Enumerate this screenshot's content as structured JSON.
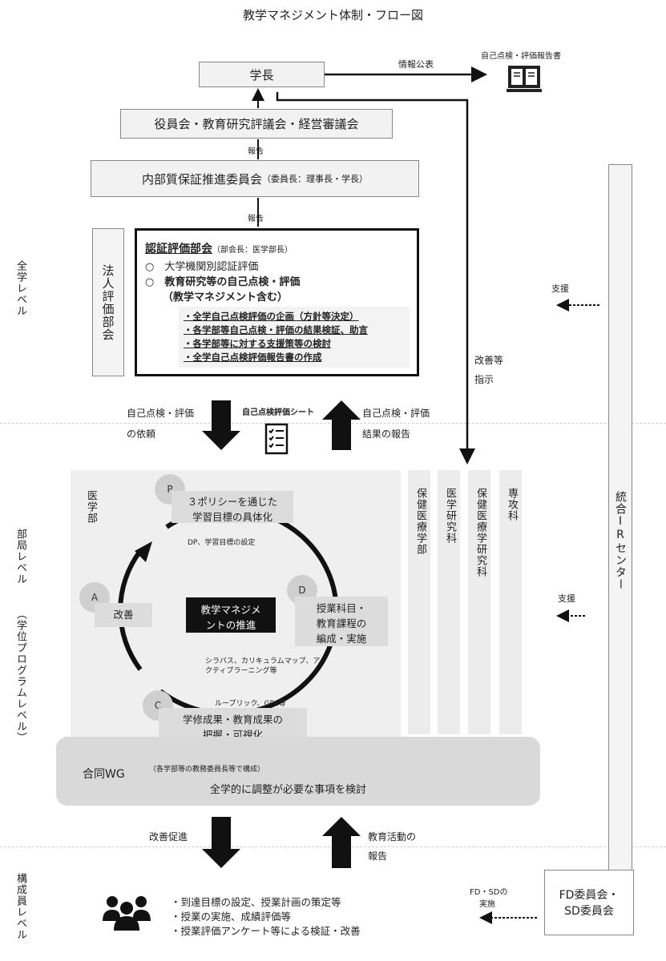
{
  "title": "教学マネジメント体制・フロー図",
  "president": "学長",
  "info_public": "情報公表",
  "report_doc": "自己点検・評価報告書",
  "board": "役員会・教育研究評議会・経営審議会",
  "report1": "報告",
  "internal_committee": "内部質保証推進委員会",
  "internal_committee_note": "（委員長：理事長・学長）",
  "report2": "報告",
  "corp_eval": "法人評価部会",
  "cert": {
    "title": "認証評価部会",
    "note": "（部会長：医学部長）",
    "item1": "○　大学機関別認証評価",
    "item2": "○　教育研究等の自己点検・評価",
    "item2b": "（教学マネジメント含む）",
    "tasks": [
      "・全学自己点検評価の企画（方針等決定）",
      "・各学部等自己点検・評価の結果検証、助言",
      "・各学部等に対する支援策等の検討",
      "・全学自己点検評価報告書の作成"
    ]
  },
  "levels": {
    "university": "全学レベル",
    "department": "部局レベル",
    "department_sub": "（学位プログラムレベル）",
    "member": "構成員レベル"
  },
  "support1": "支援",
  "support2": "支援",
  "improve_instruct": [
    "改善等",
    "指示"
  ],
  "request": [
    "自己点検・評価",
    "の依頼"
  ],
  "sheet": "自己点検評価シート",
  "result": [
    "自己点検・評価",
    "結果の報告"
  ],
  "ir_center": "統合IRセンター",
  "medicine": "医学部",
  "pdca": {
    "p": "P",
    "p_text": [
      "３ポリシーを通じた",
      "学習目標の具体化"
    ],
    "p_note": "DP、学習目標の設定",
    "d": "D",
    "d_text": [
      "授業科目・",
      "教育課程の",
      "編成・実施"
    ],
    "d_note": [
      "シラバス、カリキュラムマップ、ア",
      "クティブラーニング等"
    ],
    "c": "C",
    "c_text": [
      "学修成果・教育成果の",
      "把握・可視化"
    ],
    "c_note": "ルーブリック、GPA等",
    "a": "A",
    "a_text": "改善",
    "center": [
      "教学マネジメ",
      "ントの推進"
    ]
  },
  "columns": [
    "保健医療学部",
    "医学研究科",
    "保健医療学研究科",
    "専攻科"
  ],
  "wg": {
    "title": "合同WG",
    "note": "（各学部等の教務委員長等で構成）",
    "text": "全学的に調整が必要な事項を検討"
  },
  "improve_promote": "改善促進",
  "activity_report": [
    "教育活動の",
    "報告"
  ],
  "fd_note": [
    "FD・SDの",
    "実施"
  ],
  "fd_committee": [
    "FD委員会・",
    "SD委員会"
  ],
  "member_items": [
    "・到達目標の設定、授業計画の策定等",
    "・授業の実施、成績評価等",
    "・授業評価アンケート等による検証・改善"
  ]
}
